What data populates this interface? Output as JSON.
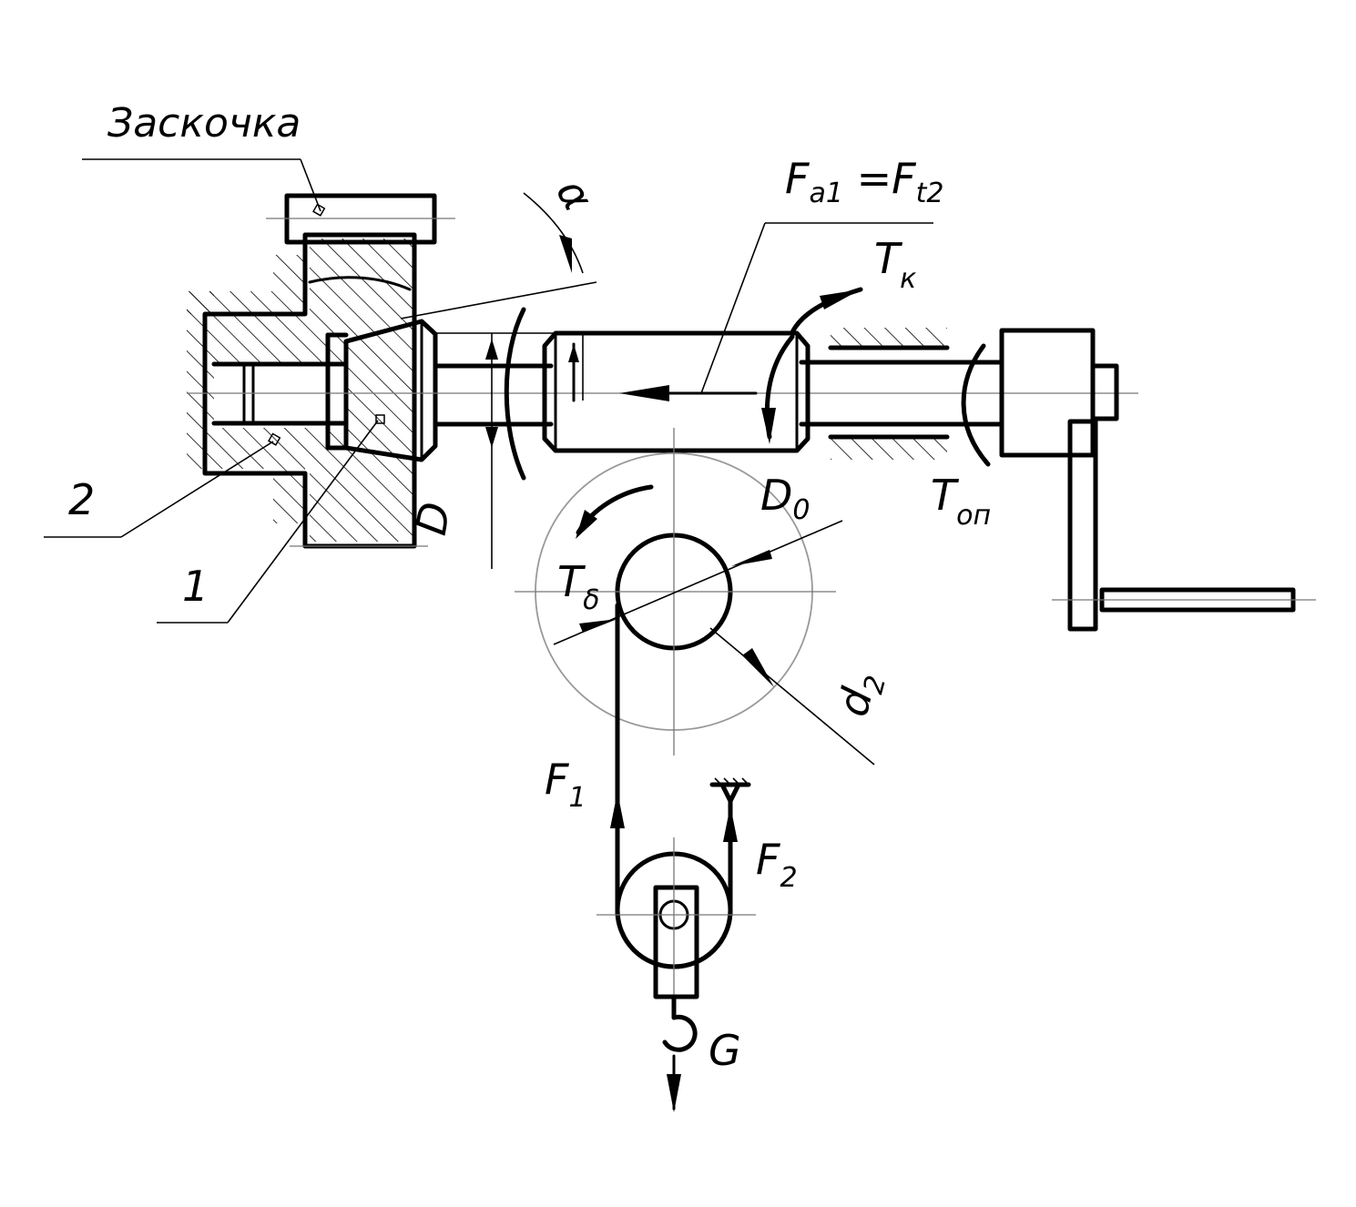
{
  "title": "Заскочка",
  "labels": {
    "part_1": "1",
    "part_2": "2",
    "dim_D": "D",
    "angle": "α",
    "axial_force_main": "F",
    "axial_force_sub1": "a1",
    "axial_force_eq": " =F",
    "axial_force_sub2": "t2",
    "torque_k_main": "T",
    "torque_k_sub": "к",
    "torque_op_main": "T",
    "torque_op_sub": "оп",
    "torque_b_main": "T",
    "torque_b_sub": "δ",
    "D0_main": "D",
    "D0_sub": "0",
    "d2_main": "d",
    "d2_sub": "2",
    "F1_main": "F",
    "F1_sub": "1",
    "F2_main": "F",
    "F2_sub": "2",
    "G": "G"
  }
}
